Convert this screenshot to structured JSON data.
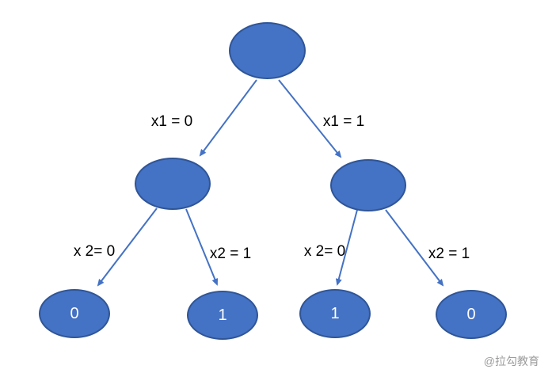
{
  "diagram": {
    "type": "binary-decision-tree",
    "nodes": {
      "root": {
        "label": ""
      },
      "left_child": {
        "label": ""
      },
      "right_child": {
        "label": ""
      },
      "leaf1": {
        "label": "0"
      },
      "leaf2": {
        "label": "1"
      },
      "leaf3": {
        "label": "1"
      },
      "leaf4": {
        "label": "0"
      }
    },
    "edges": {
      "root_left": "x1 = 0",
      "root_right": "x1 = 1",
      "left_leaf1": "x 2= 0",
      "left_leaf2": "x2 = 1",
      "right_leaf3": "x 2= 0",
      "right_leaf4": "x2 = 1"
    },
    "colors": {
      "node_fill": "#4472C4",
      "node_border": "#2F5597",
      "arrow": "#4472C4",
      "edge_label_text": "#000000",
      "node_text": "#FFFFFF",
      "watermark_text": "#9B9B9B",
      "background": "#FFFFFF"
    },
    "watermark": "@拉勾教育"
  }
}
